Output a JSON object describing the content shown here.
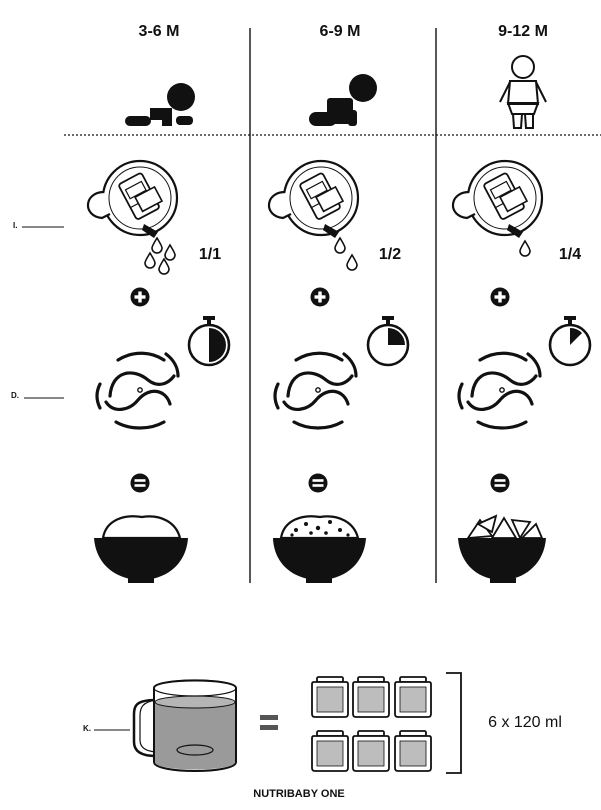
{
  "columns": [
    {
      "age": "3-6 M",
      "ratio": "1/1",
      "timer_fraction": 0.5
    },
    {
      "age": "6-9 M",
      "ratio": "1/2",
      "timer_fraction": 0.25
    },
    {
      "age": "9-12 M",
      "ratio": "1/4",
      "timer_fraction": 0.125
    }
  ],
  "side_labels": {
    "liquid": "I.",
    "blade": "D.",
    "jug": "K."
  },
  "result": {
    "multiplier": "6 x 120 ml",
    "product": "NUTRIBABY ONE"
  },
  "icons": {
    "age_icons": [
      "baby-lying-icon",
      "baby-crawling-icon",
      "toddler-standing-icon"
    ],
    "plus": "plus-circle-icon",
    "equals": "equals-circle-icon",
    "timer": "stopwatch-icon",
    "blade": "blade-rotation-icon",
    "bowls": [
      "smooth-puree-bowl-icon",
      "textured-puree-bowl-icon",
      "chunky-bowl-icon"
    ],
    "jug": "blender-jug-icon",
    "jars": "storage-jar-icon"
  },
  "colors": {
    "ink": "#111111",
    "jar_fill": "#bdbdbd",
    "jug_fill": "#9a9a9a"
  }
}
